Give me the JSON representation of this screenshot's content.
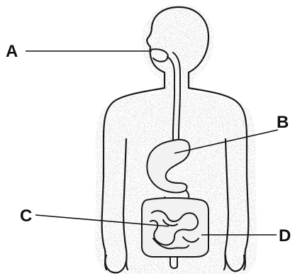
{
  "labels": {
    "a": "A",
    "b": "B",
    "c": "C",
    "d": "D"
  },
  "colors": {
    "ink": "#1a1a1a",
    "stipple": "#9a9a9a",
    "background": "#ffffff"
  }
}
